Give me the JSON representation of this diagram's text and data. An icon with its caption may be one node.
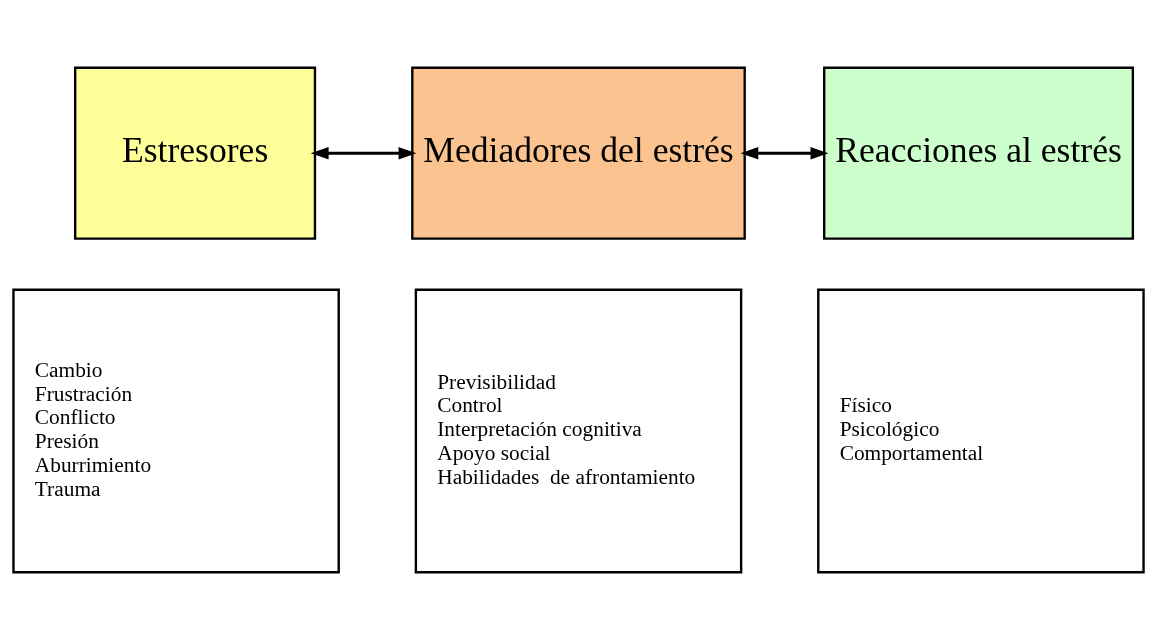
{
  "diagram": {
    "nodes": [
      {
        "text": [
          "Estresores"
        ]
      },
      {
        "text": [
          "Mediadores del estrés"
        ]
      },
      {
        "text": [
          "Reacciones al estrés"
        ]
      },
      {
        "text": [
          "Cambio",
          "Frustración",
          "Conflicto",
          "Presión",
          "Aburrimiento",
          "Trauma"
        ]
      },
      {
        "text": [
          "Previsibilidad",
          "Control",
          "Interpretación cognitiva",
          "Apoyo social",
          "Habilidades  de afrontamiento"
        ]
      },
      {
        "text": [
          "Físico",
          "Psicológico",
          "Comportamental"
        ]
      }
    ],
    "edges": [
      {
        "from": 0,
        "to": 1,
        "arrow": "both"
      },
      {
        "from": 1,
        "to": 2,
        "arrow": "both"
      }
    ]
  }
}
